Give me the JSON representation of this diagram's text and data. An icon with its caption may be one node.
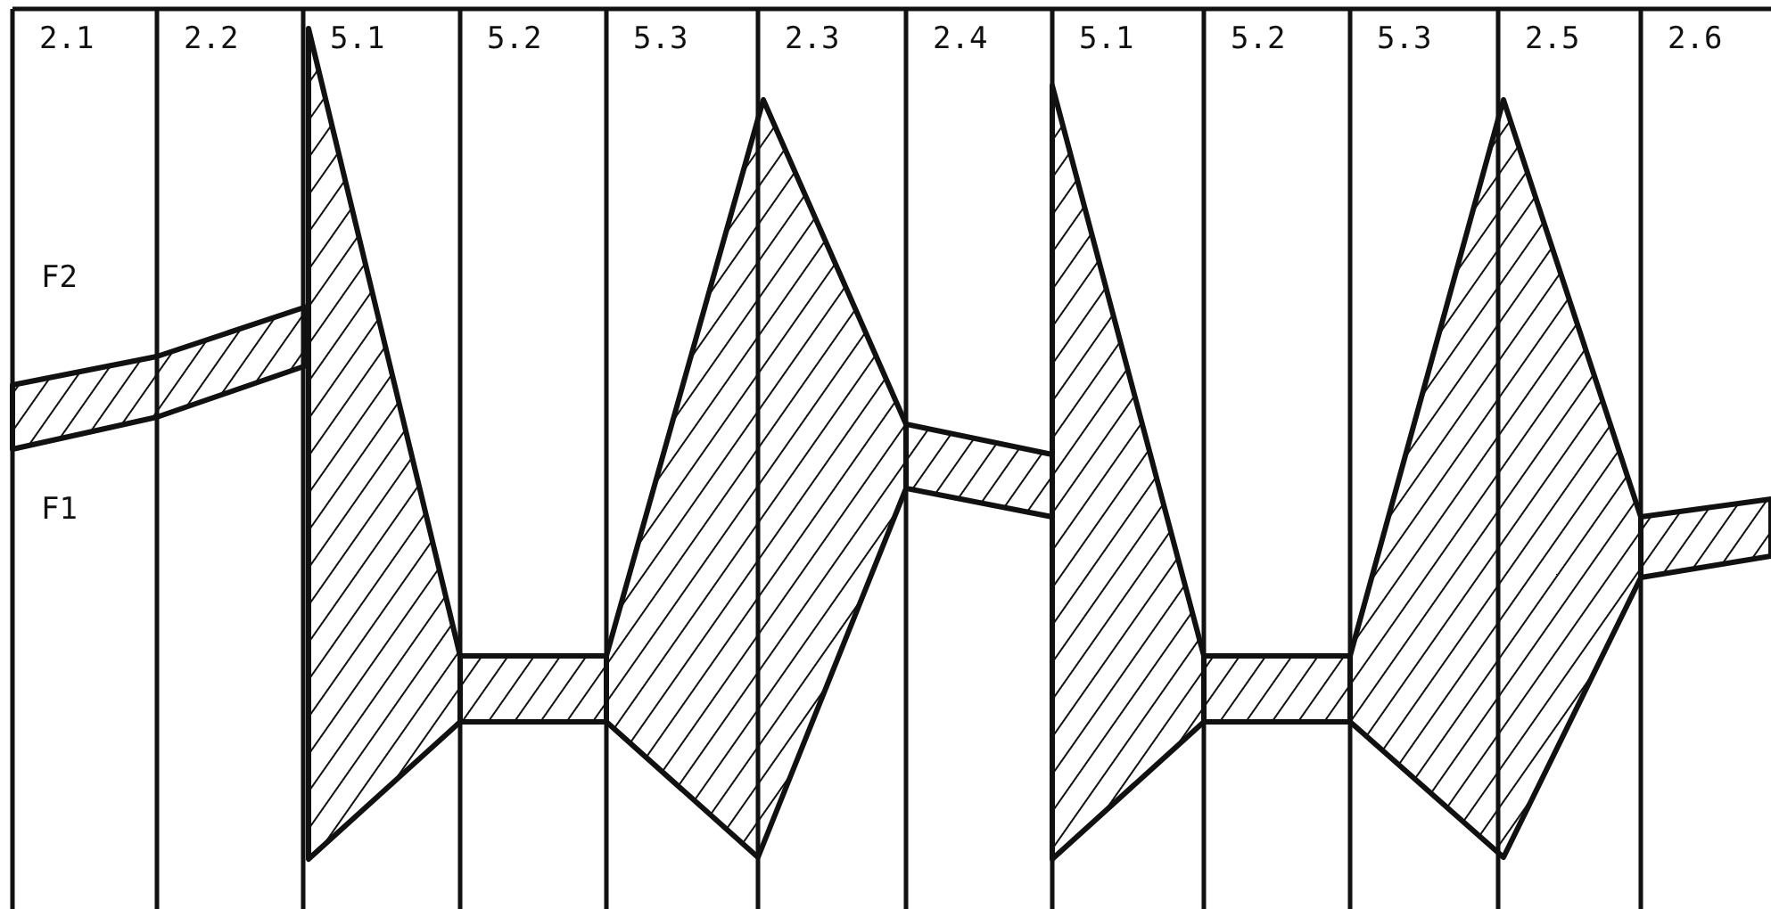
{
  "diagram": {
    "labels": [
      "2.1",
      "2.2",
      "5.1",
      "5.2",
      "5.3",
      "2.3",
      "2.4",
      "5.1",
      "5.2",
      "5.3",
      "2.5",
      "2.6",
      "F2",
      "F1"
    ]
  }
}
